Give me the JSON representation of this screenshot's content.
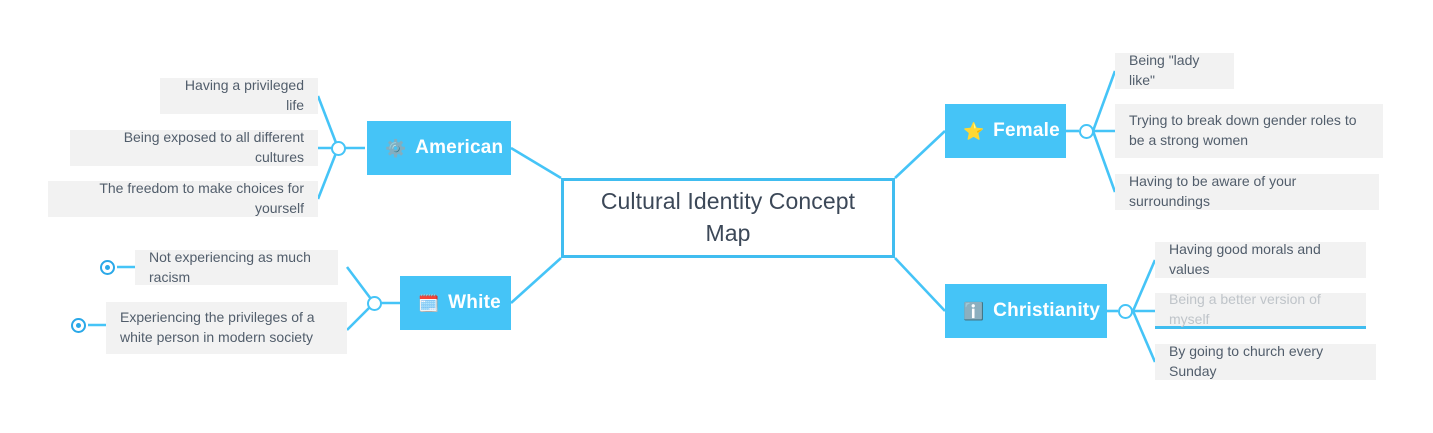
{
  "root": {
    "title": "Cultural Identity Concept Map"
  },
  "branches": [
    {
      "id": "american",
      "label": "American",
      "icon": "⚙️",
      "icon_name": "gear-icon",
      "leaves": [
        {
          "text": "Having a privileged life",
          "marker": false,
          "placeholder": false
        },
        {
          "text": "Being exposed to all different cultures",
          "marker": false,
          "placeholder": false
        },
        {
          "text": "The freedom to make choices for yourself",
          "marker": false,
          "placeholder": false
        }
      ]
    },
    {
      "id": "white",
      "label": "White",
      "icon": "🗓️",
      "icon_name": "calendar-icon",
      "leaves": [
        {
          "text": "Not experiencing as much racism",
          "marker": true,
          "placeholder": false
        },
        {
          "text": "Experiencing the privileges of a white person in modern society",
          "marker": true,
          "placeholder": false
        }
      ]
    },
    {
      "id": "female",
      "label": "Female",
      "icon": "⭐",
      "icon_name": "star-icon",
      "leaves": [
        {
          "text": "Being \"lady like\"",
          "marker": false,
          "placeholder": false
        },
        {
          "text": "Trying to break down gender roles to be a strong women",
          "marker": false,
          "placeholder": false
        },
        {
          "text": "Having to be aware of your surroundings",
          "marker": false,
          "placeholder": false
        }
      ]
    },
    {
      "id": "christianity",
      "label": "Christianity",
      "icon": "ℹ️",
      "icon_name": "information-icon",
      "leaves": [
        {
          "text": "Having good morals and values",
          "marker": false,
          "placeholder": false
        },
        {
          "text": "Being a better version of myself",
          "marker": false,
          "placeholder": true
        },
        {
          "text": "By going to church every Sunday",
          "marker": false,
          "placeholder": false
        }
      ]
    }
  ],
  "colors": {
    "branch_fill": "#45c4f7",
    "connector": "#45c4f7",
    "root_border": "#40bdf0",
    "leaf_fill": "#f2f2f2",
    "leaf_text": "#515d6b",
    "root_text": "#3c4858",
    "marker": "#2aa8e8",
    "placeholder_text": "#bfc4c9"
  }
}
